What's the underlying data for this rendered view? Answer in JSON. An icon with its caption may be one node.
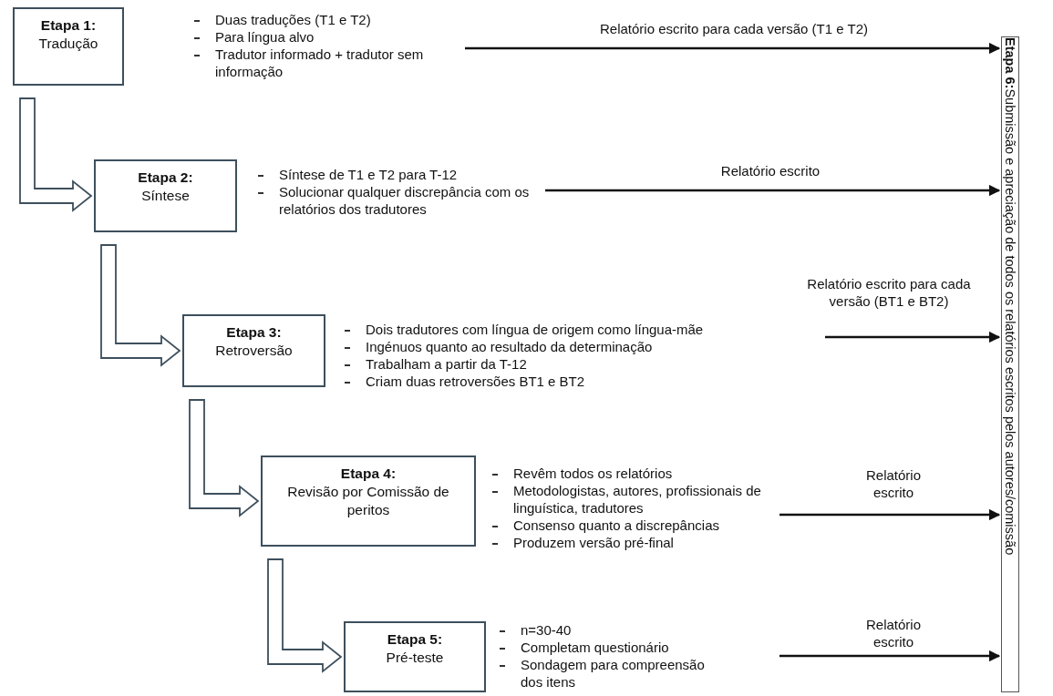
{
  "diagram": {
    "nodes": [
      {
        "text": [
          "Etapa 1:",
          "Tradução"
        ],
        "beside": [
          "Duas traduções (T1 e T2)",
          "Para língua alvo",
          "Tradutor informado + tradutor sem informação"
        ]
      },
      {
        "text": [
          "Etapa 2:",
          "Síntese"
        ],
        "beside": [
          "Síntese de T1 e T2 para T-12",
          "Solucionar qualquer discrepância com os relatórios dos tradutores"
        ]
      },
      {
        "text": [
          "Etapa 3:",
          "Retroversão"
        ],
        "beside": [
          "Dois tradutores com língua de origem como língua-mãe",
          "Ingénuos quanto ao resultado da determinação",
          "Trabalham a partir da T-12",
          "Criam duas retroversões BT1 e BT2"
        ]
      },
      {
        "text": [
          "Etapa 4:",
          "Revisão por Comissão de peritos"
        ],
        "beside": [
          "Revêm todos os relatórios",
          "Metodologistas, autores, profissionais de linguística, tradutores",
          "Consenso quanto a discrepâncias",
          "Produzem versão pré-final"
        ]
      },
      {
        "text": [
          "Etapa 5:",
          "Pré-teste"
        ],
        "beside": [
          "n=30-40",
          "Completam questionário",
          "Sondagem para compreensão dos itens"
        ]
      },
      {
        "text": [
          "Etapa 6:",
          "Submissão e apreciação de todos os relatórios escritos pelos autores/comissão"
        ]
      }
    ],
    "edges": [
      {
        "from": 0,
        "to": 1,
        "arrow": "to"
      },
      {
        "from": 1,
        "to": 2,
        "arrow": "to"
      },
      {
        "from": 2,
        "to": 3,
        "arrow": "to"
      },
      {
        "from": 3,
        "to": 4,
        "arrow": "to"
      },
      {
        "from": null,
        "to": 5,
        "arrow": "to",
        "label": "Relatório escrito para cada versão (T1 e T2)"
      },
      {
        "from": null,
        "to": 5,
        "arrow": "to",
        "label": "Relatório escrito"
      },
      {
        "from": null,
        "to": 5,
        "arrow": "to",
        "label": "Relatório escrito para cada versão (BT1 e BT2)"
      },
      {
        "from": null,
        "to": 5,
        "arrow": "to",
        "label": "Relatório escrito"
      },
      {
        "from": null,
        "to": 5,
        "arrow": "to",
        "label": "Relatório escrito"
      }
    ]
  }
}
